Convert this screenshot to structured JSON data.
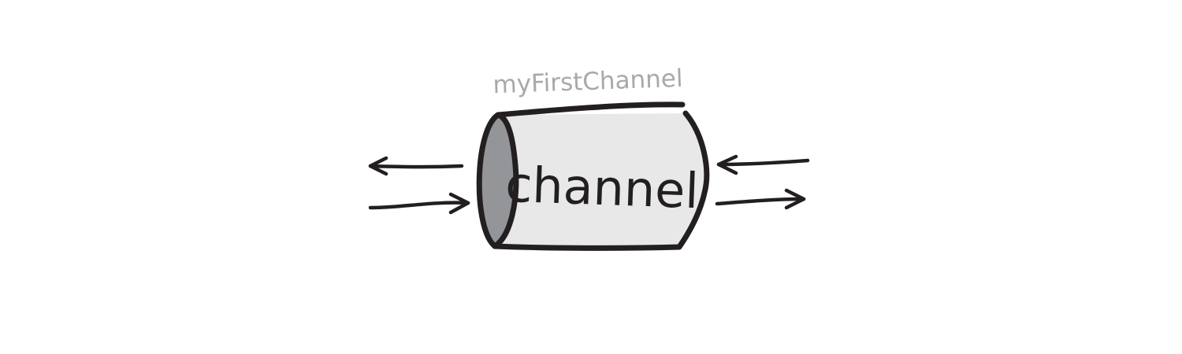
{
  "diagram": {
    "caption": "myFirstChannel",
    "body_label": "channel",
    "colors": {
      "outline": "#231f20",
      "body_fill": "#e8e8e8",
      "end_cap_fill": "#939598",
      "caption": "#a7a9ac",
      "background": "#ffffff"
    },
    "arrows": [
      {
        "side": "left",
        "direction": "outgoing"
      },
      {
        "side": "left",
        "direction": "incoming"
      },
      {
        "side": "right",
        "direction": "incoming"
      },
      {
        "side": "right",
        "direction": "outgoing"
      }
    ]
  }
}
